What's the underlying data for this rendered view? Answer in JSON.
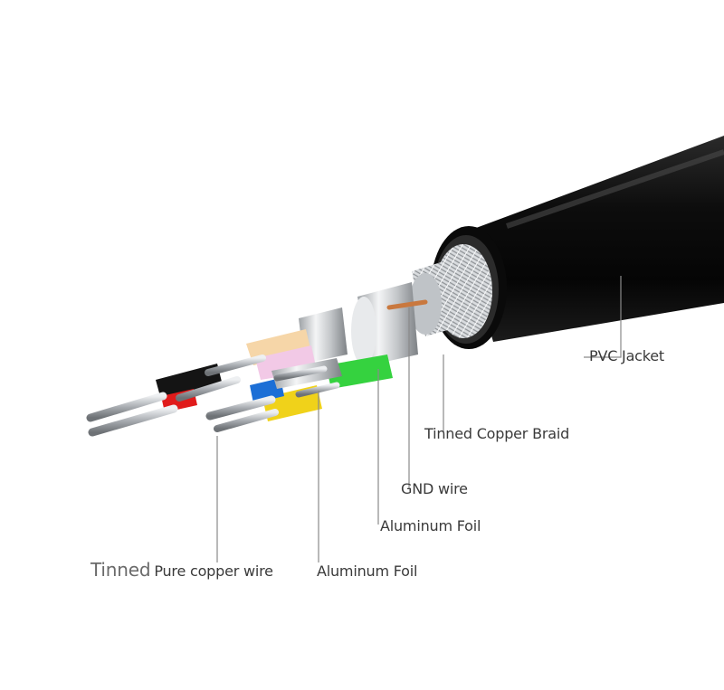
{
  "labels": {
    "pvc_jacket": "PVC Jacket",
    "tinned_copper_braid": "Tinned  Copper Braid",
    "gnd_wire": "GND wire",
    "aluminum_foil_outer": "Aluminum Foil",
    "tinned_prefix": "Tinned",
    "pure_copper_wire": "Pure copper wire",
    "aluminum_foil_inner": "Aluminum Foil"
  },
  "colors": {
    "jacket": "#111111",
    "leader_line": "#8a8a8a",
    "text": "#3a3a3a",
    "wire_red": "#e01b1b",
    "wire_black": "#141414",
    "wire_pink": "#f2c9e6",
    "wire_peach": "#f6d6a8",
    "wire_blue": "#1c6fd6",
    "wire_yellow": "#f0d21a",
    "wire_green": "#35d23f",
    "foil_silver": "#d8dadc"
  }
}
